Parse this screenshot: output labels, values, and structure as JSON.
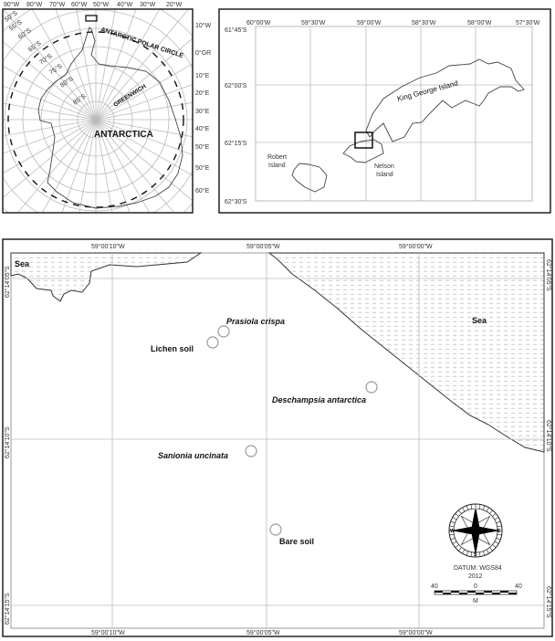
{
  "antarctica_panel": {
    "longitude_labels_top": [
      "90°W",
      "80°W",
      "70°W",
      "60°W",
      "50°W",
      "40°W",
      "30°W",
      "20°W"
    ],
    "longitude_labels_right": [
      "10°W",
      "0°GR",
      "10°E",
      "20°E",
      "30°E",
      "40°E",
      "50°E",
      "50°E",
      "60°E"
    ],
    "latitude_labels": [
      "50°S",
      "55°S",
      "60°S",
      "65°S",
      "70°S",
      "75°S",
      "80°S",
      "85°S"
    ],
    "polar_circle_label": "ANTARCTIC POLAR CIRCLE",
    "greenwich_label": "GREENWICH",
    "continent_label": "ANTARCTICA"
  },
  "islands_panel": {
    "longitude_labels": [
      "60°00'W",
      "59°30'W",
      "59°00'W",
      "58°30'W",
      "58°00'W",
      "57°30'W"
    ],
    "latitude_labels": [
      "61°45'S",
      "62°00'S",
      "62°15'S",
      "62°30'S"
    ],
    "island_labels": {
      "king_george": "King George Island",
      "robert_line1": "Robert",
      "robert_line2": "Island",
      "nelson_line1": "Nelson",
      "nelson_line2": "Island"
    }
  },
  "study_area_panel": {
    "longitude_labels": [
      "59°00'10\"W",
      "59°00'05\"W",
      "59°00'00\"W"
    ],
    "latitude_labels": [
      "62°14'05\"S",
      "62°14'10\"S",
      "62°14'15\"S"
    ],
    "sea_labels": [
      "Sea",
      "Sea"
    ],
    "sites": [
      {
        "name": "Prasiola crispa",
        "italic": true
      },
      {
        "name": "Lichen soil",
        "italic": false
      },
      {
        "name": "Deschampsia antarctica",
        "italic": true
      },
      {
        "name": "Sanionia uncinata",
        "italic": true
      },
      {
        "name": "Bare soil",
        "italic": false
      }
    ],
    "compass": {
      "north": "N",
      "south": "S",
      "east": "E",
      "west": "W"
    },
    "datum": "DATUM: WGS84",
    "year": "2012",
    "scale": {
      "left": "40",
      "center": "0",
      "right": "40",
      "unit": "M"
    }
  }
}
